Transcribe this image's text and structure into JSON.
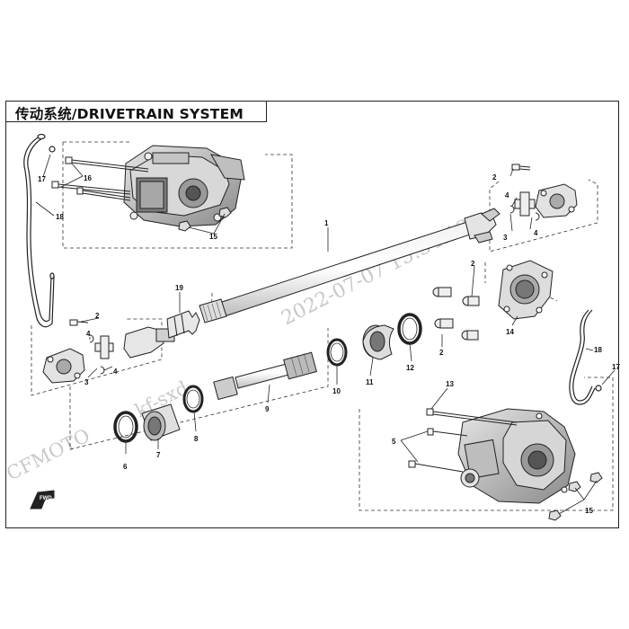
{
  "title": "传动系统/DRIVETRAIN SYSTEM",
  "watermark": {
    "timestamp": "2022-07-07 15:34:13",
    "user": "kf-sxd",
    "brand": "CFMOTO"
  },
  "forward_label": "FWD",
  "callouts": [
    {
      "id": "c1",
      "label": "1"
    },
    {
      "id": "c2a",
      "label": "2"
    },
    {
      "id": "c2b",
      "label": "2"
    },
    {
      "id": "c2c",
      "label": "2"
    },
    {
      "id": "c2d",
      "label": "2"
    },
    {
      "id": "c3a",
      "label": "3"
    },
    {
      "id": "c3b",
      "label": "3"
    },
    {
      "id": "c4a",
      "label": "4"
    },
    {
      "id": "c4b",
      "label": "4"
    },
    {
      "id": "c4c",
      "label": "4"
    },
    {
      "id": "c4d",
      "label": "4"
    },
    {
      "id": "c5",
      "label": "5"
    },
    {
      "id": "c6",
      "label": "6"
    },
    {
      "id": "c7",
      "label": "7"
    },
    {
      "id": "c8",
      "label": "8"
    },
    {
      "id": "c9",
      "label": "9"
    },
    {
      "id": "c10",
      "label": "10"
    },
    {
      "id": "c11",
      "label": "11"
    },
    {
      "id": "c12",
      "label": "12"
    },
    {
      "id": "c13",
      "label": "13"
    },
    {
      "id": "c14",
      "label": "14"
    },
    {
      "id": "c15a",
      "label": "15"
    },
    {
      "id": "c15b",
      "label": "15"
    },
    {
      "id": "c16",
      "label": "16"
    },
    {
      "id": "c17a",
      "label": "17"
    },
    {
      "id": "c17b",
      "label": "17"
    },
    {
      "id": "c18a",
      "label": "18"
    },
    {
      "id": "c18b",
      "label": "18"
    },
    {
      "id": "c19",
      "label": "19"
    }
  ]
}
